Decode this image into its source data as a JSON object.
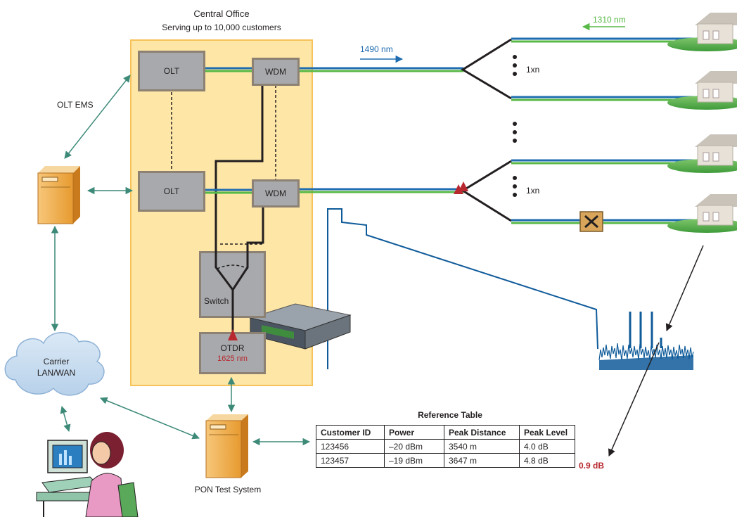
{
  "central_office": {
    "title": "Central Office",
    "subtitle": "Serving up to 10,000 customers"
  },
  "nodes": {
    "olt_top": "OLT",
    "olt_bottom": "OLT",
    "wdm_top": "WDM",
    "wdm_bottom": "WDM",
    "switch": "Switch",
    "otdr": "OTDR",
    "otdr_wavelength": "1625 nm"
  },
  "labels": {
    "olt_ems": "OLT EMS",
    "carrier_line1": "Carrier",
    "carrier_line2": "LAN/WAN",
    "pon_test_system": "PON Test System",
    "downstream_wavelength": "1490 nm",
    "upstream_wavelength": "1310 nm",
    "splitter_top": "1xn",
    "splitter_bottom": "1xn",
    "fault_loss": "0.9 dB"
  },
  "colors": {
    "central_office_fill": "#fde6a6",
    "central_office_border": "#f7c25a",
    "fiber_blue": "#1f6db0",
    "fiber_green": "#58b947",
    "connector_arrow": "#3d8a78",
    "otdr_trace": "#0f5b9a",
    "fault_red": "#b8292f"
  },
  "reference_table": {
    "title": "Reference Table",
    "headers": [
      "Customer ID",
      "Power",
      "Peak Distance",
      "Peak Level"
    ],
    "rows": [
      [
        "123456",
        "–20 dBm",
        "3540 m",
        "4.0 dB"
      ],
      [
        "123457",
        "–19 dBm",
        "3647 m",
        "4.8 dB"
      ]
    ]
  }
}
